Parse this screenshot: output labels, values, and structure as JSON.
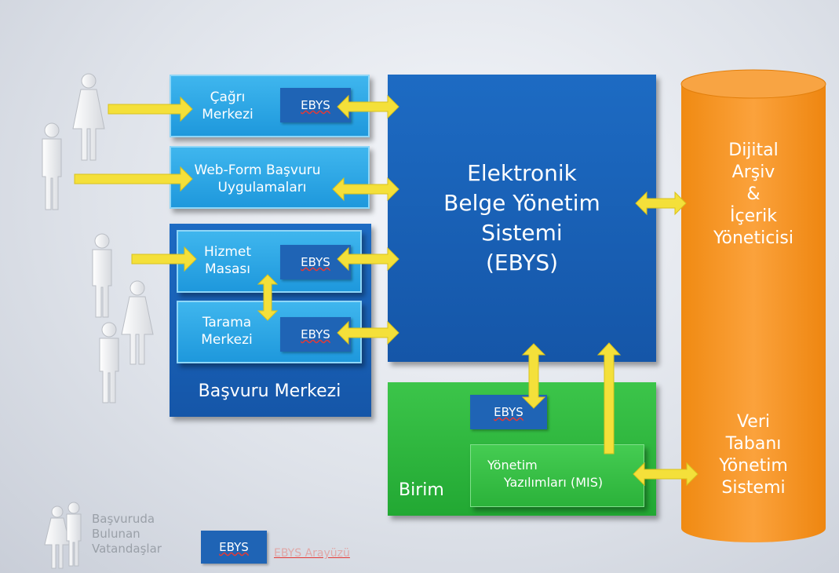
{
  "labels": {
    "cagri_merkezi": [
      "Çağrı",
      "Merkezi"
    ],
    "web_form": [
      "Web-Form Başvuru",
      "Uygulamaları"
    ],
    "hizmet_masasi": [
      "Hizmet",
      "Masası"
    ],
    "tarama_merkezi": [
      "Tarama",
      "Merkezi"
    ],
    "basvuru_merkezi": "Başvuru Merkezi",
    "ebys_title": [
      "Elektronik",
      "Belge Yönetim",
      "Sistemi",
      "(EBYS)"
    ],
    "birim": "Birim",
    "yonetim_yazilimlari": [
      "Yönetim",
      "Yazılımları (MIS)"
    ],
    "dijital_arsiv": [
      "Dijital",
      "Arşiv",
      "&",
      "İçerik",
      "Yöneticisi"
    ],
    "veri_tabani": [
      "Veri",
      "Tabanı",
      "Yönetim",
      "Sistemi"
    ],
    "ebys_tag": "EBYS"
  },
  "legend": {
    "citizens": [
      "Başvuruda",
      "Bulunan",
      "Vatandaşlar"
    ],
    "ebys_tag": "EBYS",
    "ebys_interface": "EBYS Arayüzü"
  },
  "colors": {
    "light_blue": "#2aa6e6",
    "dark_blue": "#1a60b6",
    "green": "#2db83d",
    "orange": "#f7941d",
    "arrow": "#f4e03a"
  }
}
